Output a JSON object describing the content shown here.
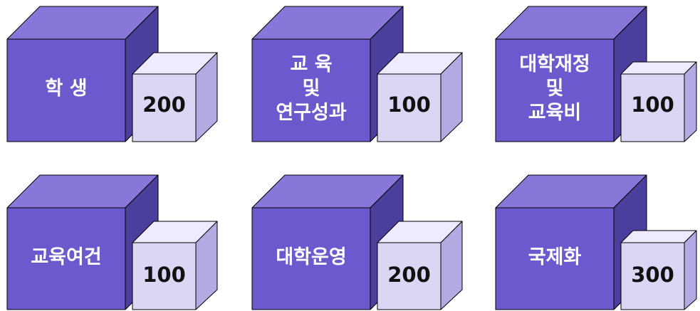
{
  "colors": {
    "big_front": "#6a5acd",
    "big_top": "#8877d8",
    "big_side": "#4b3f9e",
    "small_front": "#dcd6f5",
    "small_top": "#eeeaff",
    "small_side": "#b4a9e0",
    "outline": "#000000"
  },
  "categories": [
    {
      "label": "학  생",
      "score": "200"
    },
    {
      "label": "교 육\n및\n연구성과",
      "score": "100"
    },
    {
      "label": "대학재정\n및\n교육비",
      "score": "100"
    },
    {
      "label": "교육여건",
      "score": "100"
    },
    {
      "label": "대학운영",
      "score": "200"
    },
    {
      "label": "국제화",
      "score": "300"
    }
  ]
}
